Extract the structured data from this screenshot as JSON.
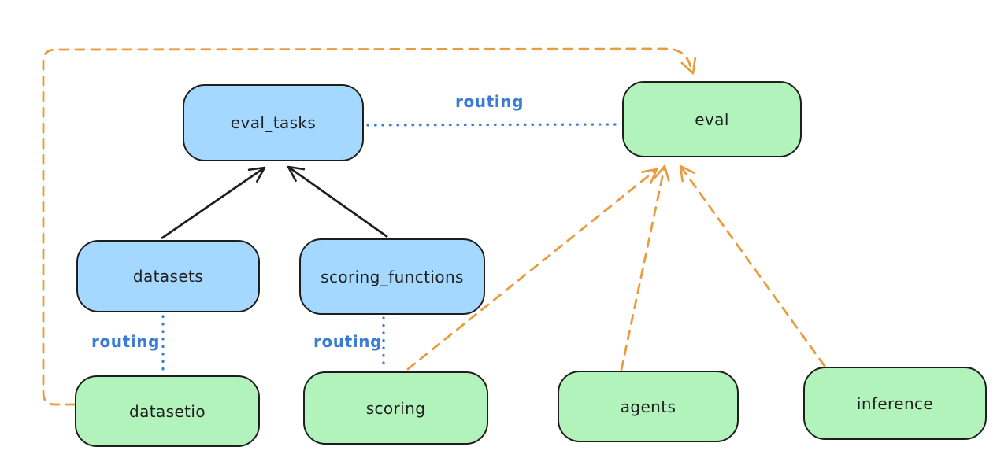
{
  "diagram": {
    "nodes": {
      "eval_tasks": {
        "label": "eval_tasks"
      },
      "eval": {
        "label": "eval"
      },
      "datasets": {
        "label": "datasets"
      },
      "scoring_functions": {
        "label": "scoring_functions"
      },
      "datasetio": {
        "label": "datasetio"
      },
      "scoring": {
        "label": "scoring"
      },
      "agents": {
        "label": "agents"
      },
      "inference": {
        "label": "inference"
      }
    },
    "labels": {
      "routing": "routing"
    },
    "edges": [
      {
        "from": "datasets",
        "to": "eval_tasks",
        "style": "solid-arrow",
        "color": "#1e1e1e"
      },
      {
        "from": "scoring_functions",
        "to": "eval_tasks",
        "style": "solid-arrow",
        "color": "#1e1e1e"
      },
      {
        "from": "eval_tasks",
        "to": "eval",
        "style": "dotted",
        "color": "#3a7cd5",
        "label": "routing"
      },
      {
        "from": "datasets",
        "to": "datasetio",
        "style": "dotted",
        "color": "#3a7cd5",
        "label": "routing"
      },
      {
        "from": "scoring_functions",
        "to": "scoring",
        "style": "dotted",
        "color": "#3a7cd5",
        "label": "routing"
      },
      {
        "from": "datasetio",
        "to": "eval",
        "style": "dashed-arrow",
        "color": "#e99b3e",
        "path": "around-left-and-top"
      },
      {
        "from": "scoring",
        "to": "eval",
        "style": "dashed-arrow",
        "color": "#e99b3e"
      },
      {
        "from": "agents",
        "to": "eval",
        "style": "dashed-arrow",
        "color": "#e99b3e"
      },
      {
        "from": "inference",
        "to": "eval",
        "style": "dashed-arrow",
        "color": "#e99b3e"
      }
    ],
    "colors": {
      "node_blue_fill": "#a5d8ff",
      "node_green_fill": "#b2f2bb",
      "node_stroke": "#1e1e1e",
      "arrow_black": "#1e1e1e",
      "arrow_orange": "#e99b3e",
      "routing_blue": "#3a7cd5",
      "background": "#ffffff"
    }
  }
}
